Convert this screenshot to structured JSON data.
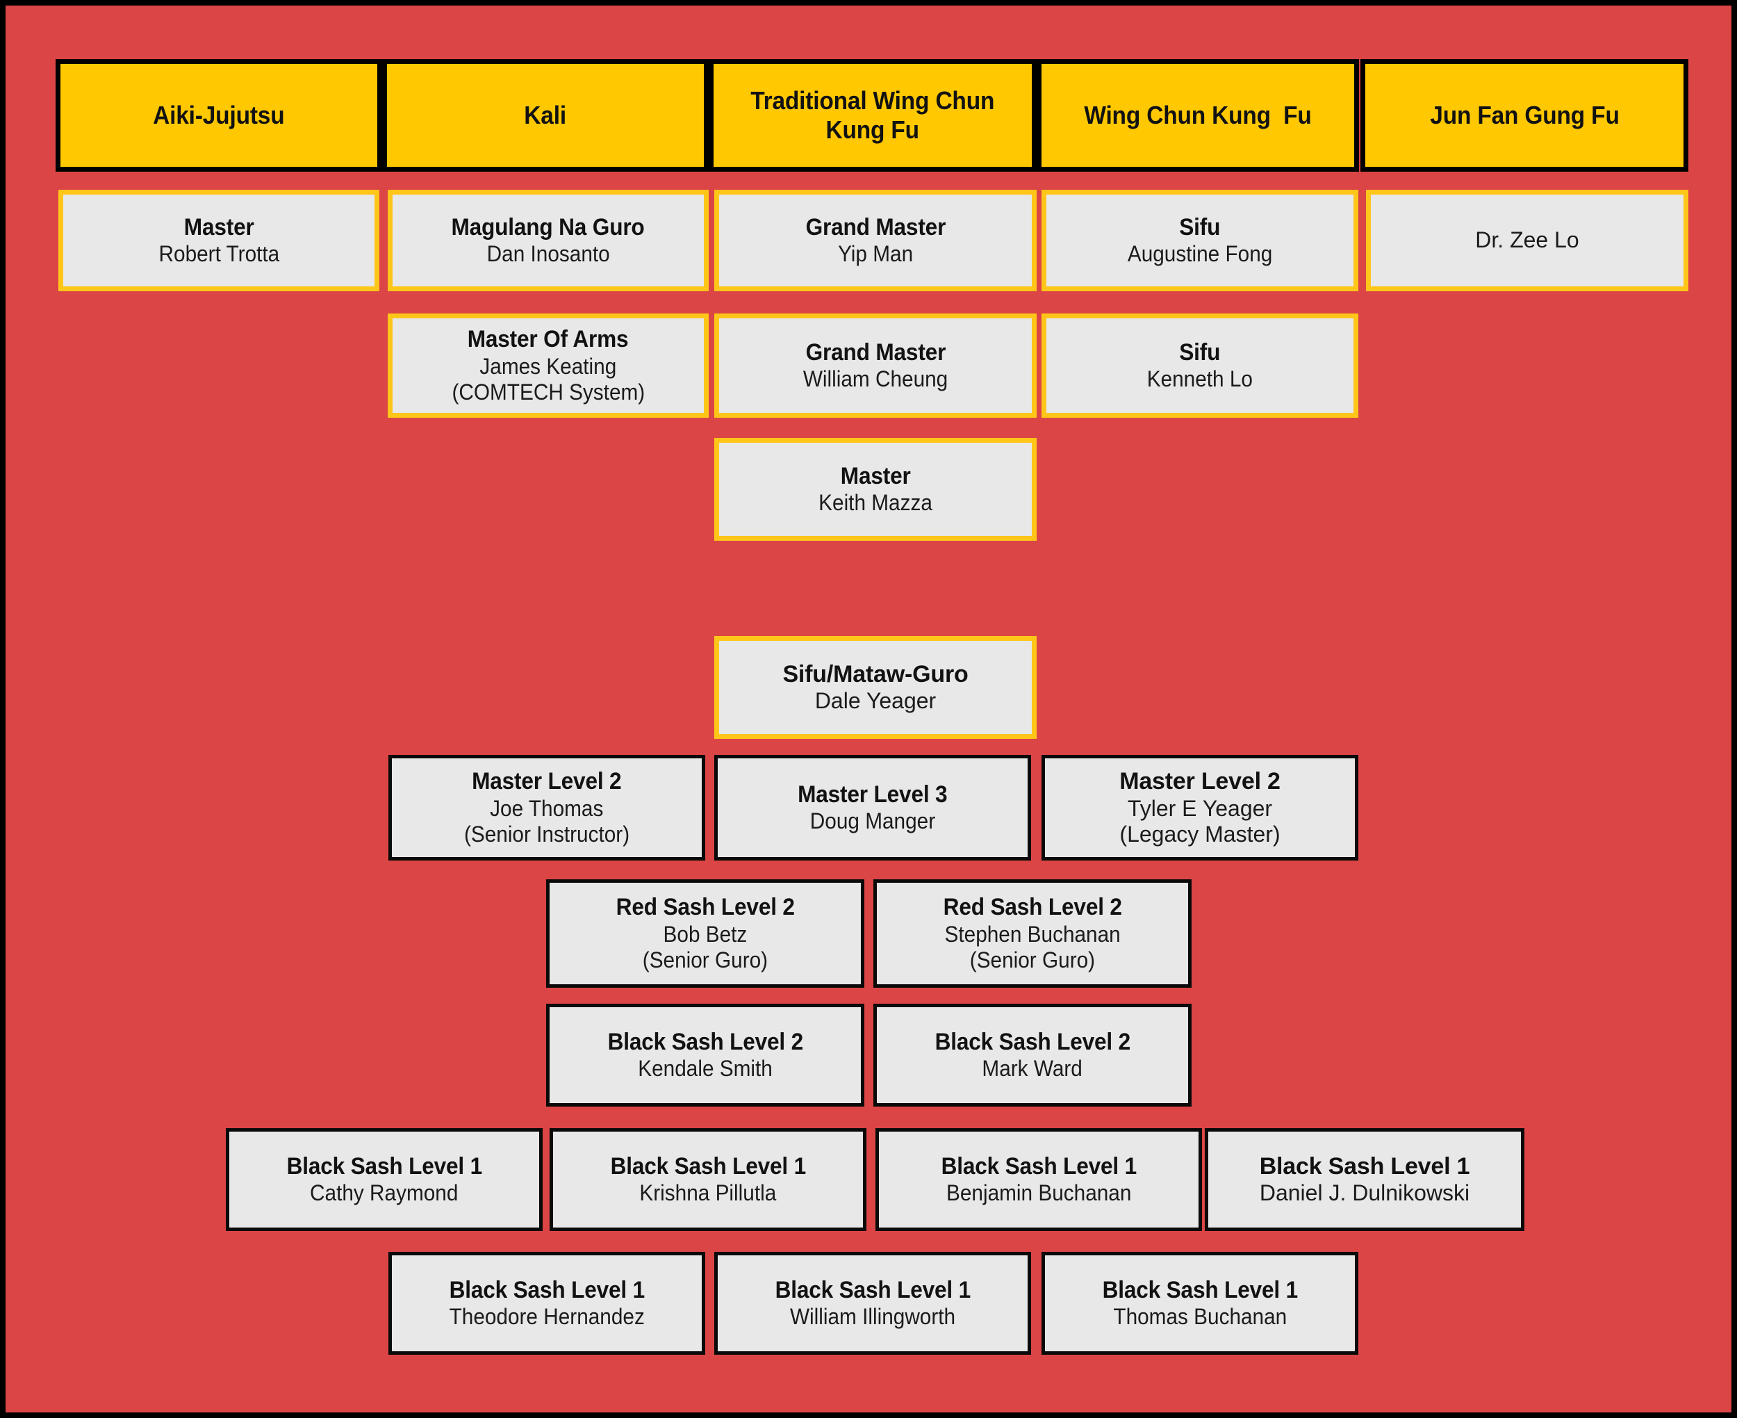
{
  "meta": {
    "background_color": "#DC4545",
    "frame_color": "#000000",
    "header_fill": "#FFC800",
    "node_fill": "#E8E8E8",
    "gold_border": "#FFC61A",
    "black_border": "#0A0A0A"
  },
  "headers": [
    {
      "label": "Aiki-Jujutsu"
    },
    {
      "label": "Kali"
    },
    {
      "label": "Traditional Wing Chun\nKung Fu"
    },
    {
      "label": "Wing Chun Kung  Fu"
    },
    {
      "label": "Jun Fan Gung Fu"
    }
  ],
  "lineage_row_1": [
    {
      "title": "Master",
      "name": "Robert Trotta",
      "sub": ""
    },
    {
      "title": "Magulang Na Guro",
      "name": "Dan Inosanto",
      "sub": ""
    },
    {
      "title": "Grand Master",
      "name": "Yip Man",
      "sub": ""
    },
    {
      "title": "Sifu",
      "name": "Augustine Fong",
      "sub": ""
    },
    {
      "title": "",
      "name": "Dr. Zee Lo",
      "sub": ""
    }
  ],
  "lineage_row_2": [
    {
      "title": "Master Of Arms",
      "name": "James Keating",
      "sub": "(COMTECH System)"
    },
    {
      "title": "Grand Master",
      "name": "William Cheung",
      "sub": ""
    },
    {
      "title": "Sifu",
      "name": "Kenneth Lo",
      "sub": ""
    }
  ],
  "lineage_row_3": [
    {
      "title": "Master",
      "name": "Keith Mazza",
      "sub": ""
    }
  ],
  "head_instructor": [
    {
      "title": "Sifu/Mataw-Guro",
      "name": "Dale Yeager",
      "sub": ""
    }
  ],
  "master_levels": [
    {
      "title": "Master Level 2",
      "name": "Joe Thomas",
      "sub": "(Senior Instructor)"
    },
    {
      "title": "Master Level 3",
      "name": "Doug Manger",
      "sub": ""
    },
    {
      "title": "Master Level 2",
      "name": "Tyler E Yeager",
      "sub": "(Legacy Master)"
    }
  ],
  "red_sash": [
    {
      "title": "Red Sash Level 2",
      "name": "Bob Betz",
      "sub": "(Senior Guro)"
    },
    {
      "title": "Red Sash Level 2",
      "name": "Stephen Buchanan",
      "sub": "(Senior Guro)"
    }
  ],
  "black_sash_2": [
    {
      "title": "Black Sash Level 2",
      "name": "Kendale Smith",
      "sub": ""
    },
    {
      "title": "Black Sash Level 2",
      "name": "Mark Ward",
      "sub": ""
    }
  ],
  "black_sash_1a": [
    {
      "title": "Black Sash Level 1",
      "name": "Cathy Raymond",
      "sub": ""
    },
    {
      "title": "Black Sash Level 1",
      "name": "Krishna Pillutla",
      "sub": ""
    },
    {
      "title": "Black Sash Level 1",
      "name": "Benjamin Buchanan",
      "sub": ""
    },
    {
      "title": "Black Sash Level 1",
      "name": "Daniel J. Dulnikowski",
      "sub": ""
    }
  ],
  "black_sash_1b": [
    {
      "title": "Black Sash Level 1",
      "name": "Theodore Hernandez",
      "sub": ""
    },
    {
      "title": "Black Sash Level 1",
      "name": "William Illingworth",
      "sub": ""
    },
    {
      "title": "Black Sash Level 1",
      "name": "Thomas Buchanan",
      "sub": ""
    }
  ]
}
